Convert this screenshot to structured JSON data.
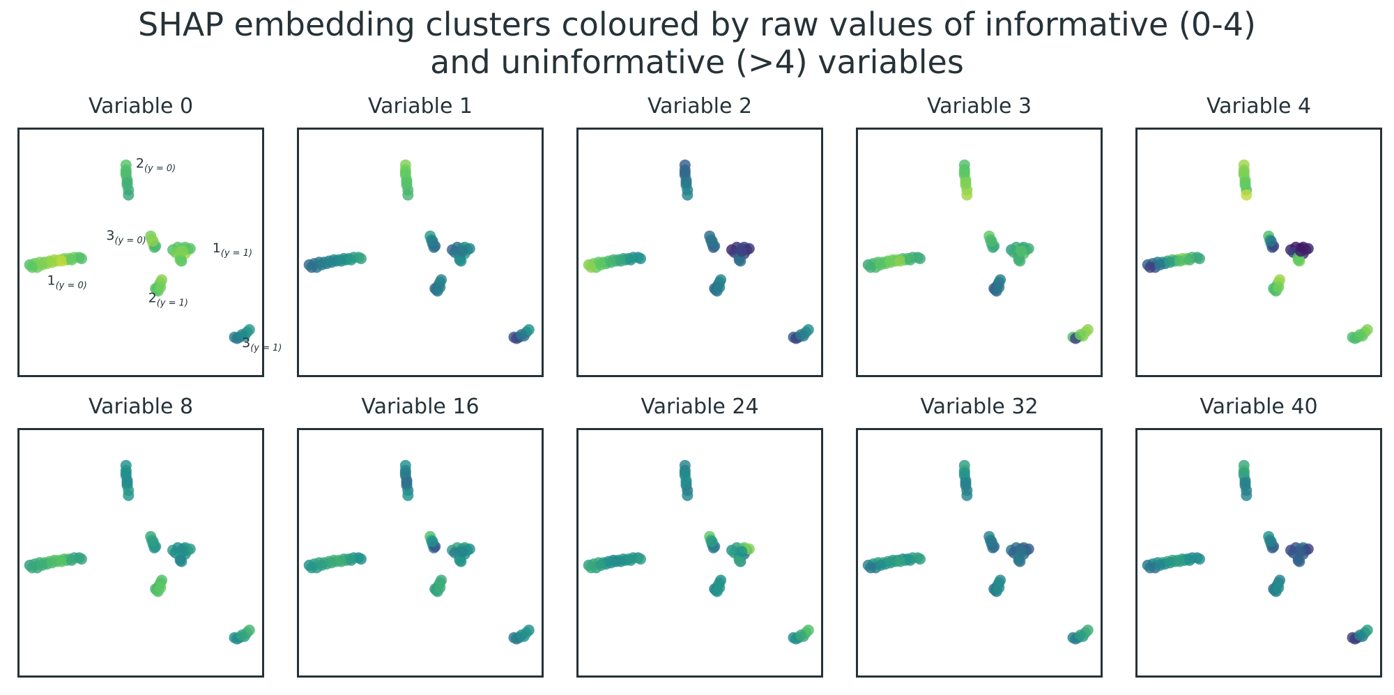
{
  "title_lines": [
    "SHAP embedding clusters coloured by raw values of informative (0-4)",
    "and uninformative (>4) variables"
  ],
  "chart_data": {
    "type": "scatter",
    "colormap": "viridis",
    "colors": {
      "viridis_stops": [
        "#440154",
        "#3b528b",
        "#21918c",
        "#5ec962",
        "#fde725"
      ],
      "frame": "#263238",
      "text": "#263238"
    },
    "grid": false,
    "axes_visible": false,
    "cluster_labels": [
      {
        "id": "1y0",
        "main": "1",
        "sub": "(y = 0)",
        "x": 0.12,
        "y": 0.37
      },
      {
        "id": "2y0",
        "main": "2",
        "sub": "(y = 0)",
        "x": 0.48,
        "y": 0.84
      },
      {
        "id": "3y0",
        "main": "3",
        "sub": "(y = 0)",
        "x": 0.36,
        "y": 0.55
      },
      {
        "id": "1y1",
        "main": "1",
        "sub": "(y = 1)",
        "x": 0.79,
        "y": 0.5
      },
      {
        "id": "2y1",
        "main": "2",
        "sub": "(y = 1)",
        "x": 0.53,
        "y": 0.3
      },
      {
        "id": "3y1",
        "main": "3",
        "sub": "(y = 1)",
        "x": 0.91,
        "y": 0.12
      }
    ],
    "clusters": [
      {
        "id": "1y0",
        "points": [
          [
            0.05,
            0.45
          ],
          [
            0.07,
            0.455
          ],
          [
            0.09,
            0.46
          ],
          [
            0.11,
            0.46
          ],
          [
            0.13,
            0.465
          ],
          [
            0.15,
            0.47
          ],
          [
            0.17,
            0.47
          ],
          [
            0.19,
            0.475
          ],
          [
            0.21,
            0.475
          ],
          [
            0.23,
            0.48
          ],
          [
            0.25,
            0.48
          ],
          [
            0.08,
            0.44
          ],
          [
            0.12,
            0.455
          ],
          [
            0.16,
            0.465
          ],
          [
            0.2,
            0.47
          ],
          [
            0.06,
            0.44
          ],
          [
            0.1,
            0.45
          ],
          [
            0.14,
            0.46
          ],
          [
            0.18,
            0.465
          ],
          [
            0.22,
            0.47
          ],
          [
            0.26,
            0.475
          ]
        ]
      },
      {
        "id": "2y0",
        "points": [
          [
            0.44,
            0.85
          ],
          [
            0.44,
            0.83
          ],
          [
            0.44,
            0.81
          ],
          [
            0.445,
            0.79
          ],
          [
            0.445,
            0.77
          ],
          [
            0.45,
            0.75
          ],
          [
            0.45,
            0.73
          ],
          [
            0.44,
            0.82
          ],
          [
            0.445,
            0.78
          ]
        ]
      },
      {
        "id": "3y0",
        "points": [
          [
            0.54,
            0.565
          ],
          [
            0.545,
            0.55
          ],
          [
            0.55,
            0.535
          ],
          [
            0.555,
            0.52
          ],
          [
            0.56,
            0.525
          ],
          [
            0.55,
            0.545
          ]
        ]
      },
      {
        "id": "1y1",
        "points": [
          [
            0.63,
            0.51
          ],
          [
            0.65,
            0.52
          ],
          [
            0.67,
            0.515
          ],
          [
            0.69,
            0.51
          ],
          [
            0.66,
            0.5
          ],
          [
            0.68,
            0.495
          ],
          [
            0.64,
            0.5
          ],
          [
            0.66,
            0.48
          ],
          [
            0.665,
            0.465
          ],
          [
            0.66,
            0.47
          ],
          [
            0.68,
            0.52
          ],
          [
            0.7,
            0.515
          ],
          [
            0.67,
            0.505
          ]
        ]
      },
      {
        "id": "2y1",
        "points": [
          [
            0.57,
            0.36
          ],
          [
            0.565,
            0.35
          ],
          [
            0.575,
            0.37
          ],
          [
            0.58,
            0.38
          ],
          [
            0.585,
            0.39
          ],
          [
            0.56,
            0.355
          ],
          [
            0.57,
            0.345
          ],
          [
            0.58,
            0.36
          ]
        ]
      },
      {
        "id": "3y1",
        "points": [
          [
            0.88,
            0.16
          ],
          [
            0.9,
            0.16
          ],
          [
            0.92,
            0.165
          ],
          [
            0.93,
            0.18
          ],
          [
            0.94,
            0.19
          ],
          [
            0.89,
            0.155
          ],
          [
            0.91,
            0.17
          ]
        ]
      }
    ],
    "panels": [
      {
        "title": "Variable 0",
        "labels": true,
        "values": {
          "1y0": [
            0.7,
            0.75,
            0.8,
            0.78,
            0.82,
            0.85,
            0.88,
            0.8,
            0.75,
            0.78,
            0.72,
            0.77,
            0.83,
            0.86,
            0.79,
            0.74,
            0.8,
            0.84,
            0.9,
            0.76,
            0.7
          ],
          "2y0": [
            0.72,
            0.7,
            0.68,
            0.66,
            0.65,
            0.63,
            0.6,
            0.69,
            0.64
          ],
          "3y0": [
            0.78,
            0.8,
            0.85,
            0.7,
            0.66,
            0.82
          ],
          "1y1": [
            0.7,
            0.72,
            0.75,
            0.8,
            0.9,
            0.85,
            0.78,
            0.82,
            0.7,
            0.76,
            0.74,
            0.72,
            0.8
          ],
          "2y1": [
            0.72,
            0.68,
            0.8,
            0.76,
            0.82,
            0.7,
            0.74,
            0.78
          ],
          "3y1": [
            0.42,
            0.45,
            0.48,
            0.5,
            0.52,
            0.4,
            0.46
          ]
        }
      },
      {
        "title": "Variable 1",
        "labels": false,
        "values": {
          "1y0": [
            0.35,
            0.38,
            0.4,
            0.42,
            0.45,
            0.47,
            0.5,
            0.48,
            0.52,
            0.55,
            0.58,
            0.4,
            0.44,
            0.46,
            0.5,
            0.36,
            0.42,
            0.45,
            0.48,
            0.53,
            0.57
          ],
          "2y0": [
            0.8,
            0.78,
            0.75,
            0.72,
            0.7,
            0.68,
            0.66,
            0.76,
            0.72
          ],
          "3y0": [
            0.55,
            0.5,
            0.45,
            0.4,
            0.35,
            0.42
          ],
          "1y1": [
            0.3,
            0.35,
            0.4,
            0.5,
            0.45,
            0.55,
            0.38,
            0.42,
            0.5,
            0.48,
            0.52,
            0.45,
            0.4
          ],
          "2y1": [
            0.4,
            0.38,
            0.42,
            0.45,
            0.44,
            0.36,
            0.4,
            0.43
          ],
          "3y1": [
            0.25,
            0.3,
            0.35,
            0.45,
            0.5,
            0.22,
            0.4
          ]
        }
      },
      {
        "title": "Variable 2",
        "labels": false,
        "values": {
          "1y0": [
            0.8,
            0.78,
            0.75,
            0.72,
            0.7,
            0.65,
            0.6,
            0.58,
            0.55,
            0.5,
            0.5,
            0.76,
            0.7,
            0.62,
            0.55,
            0.82,
            0.74,
            0.66,
            0.6,
            0.52,
            0.5
          ],
          "2y0": [
            0.3,
            0.32,
            0.35,
            0.4,
            0.42,
            0.45,
            0.45,
            0.33,
            0.4
          ],
          "3y0": [
            0.35,
            0.4,
            0.45,
            0.3,
            0.35,
            0.38
          ],
          "1y1": [
            0.1,
            0.15,
            0.2,
            0.25,
            0.3,
            0.2,
            0.18,
            0.3,
            0.4,
            0.35,
            0.22,
            0.15,
            0.2
          ],
          "2y1": [
            0.38,
            0.35,
            0.4,
            0.42,
            0.45,
            0.36,
            0.4,
            0.42
          ],
          "3y1": [
            0.3,
            0.35,
            0.4,
            0.45,
            0.48,
            0.2,
            0.42
          ]
        }
      },
      {
        "title": "Variable 3",
        "labels": false,
        "values": {
          "1y0": [
            0.6,
            0.65,
            0.7,
            0.72,
            0.75,
            0.78,
            0.8,
            0.7,
            0.66,
            0.62,
            0.6,
            0.68,
            0.74,
            0.76,
            0.7,
            0.64,
            0.72,
            0.78,
            0.82,
            0.66,
            0.62
          ],
          "2y0": [
            0.7,
            0.72,
            0.75,
            0.78,
            0.8,
            0.82,
            0.85,
            0.74,
            0.8
          ],
          "3y0": [
            0.75,
            0.7,
            0.65,
            0.62,
            0.6,
            0.68
          ],
          "1y1": [
            0.55,
            0.6,
            0.65,
            0.7,
            0.75,
            0.7,
            0.62,
            0.6,
            0.66,
            0.64,
            0.58,
            0.62,
            0.7
          ],
          "2y1": [
            0.35,
            0.32,
            0.38,
            0.4,
            0.42,
            0.3,
            0.36,
            0.4
          ],
          "3y1": [
            0.7,
            0.75,
            0.8,
            0.85,
            0.82,
            0.2,
            0.78
          ]
        }
      },
      {
        "title": "Variable 4",
        "labels": false,
        "values": {
          "1y0": [
            0.3,
            0.35,
            0.4,
            0.5,
            0.6,
            0.7,
            0.75,
            0.8,
            0.72,
            0.65,
            0.6,
            0.25,
            0.45,
            0.62,
            0.78,
            0.2,
            0.4,
            0.55,
            0.7,
            0.66,
            0.6
          ],
          "2y0": [
            0.85,
            0.82,
            0.8,
            0.78,
            0.75,
            0.72,
            0.9,
            0.8,
            0.76
          ],
          "3y0": [
            0.7,
            0.6,
            0.5,
            0.3,
            0.2,
            0.4
          ],
          "1y1": [
            0.1,
            0.05,
            0.08,
            0.12,
            0.1,
            0.15,
            0.2,
            0.7,
            0.8,
            0.75,
            0.05,
            0.1,
            0.08
          ],
          "2y1": [
            0.72,
            0.7,
            0.75,
            0.8,
            0.85,
            0.68,
            0.7,
            0.78
          ],
          "3y1": [
            0.7,
            0.72,
            0.75,
            0.78,
            0.8,
            0.68,
            0.74
          ]
        }
      },
      {
        "title": "Variable 8",
        "labels": false,
        "values": {
          "1y0": [
            0.55,
            0.6,
            0.62,
            0.65,
            0.7,
            0.72,
            0.75,
            0.7,
            0.68,
            0.6,
            0.55,
            0.58,
            0.64,
            0.7,
            0.66,
            0.6,
            0.62,
            0.68,
            0.72,
            0.6,
            0.58
          ],
          "2y0": [
            0.5,
            0.52,
            0.48,
            0.45,
            0.5,
            0.55,
            0.52,
            0.5,
            0.48
          ],
          "3y0": [
            0.6,
            0.58,
            0.55,
            0.5,
            0.52,
            0.56
          ],
          "1y1": [
            0.55,
            0.5,
            0.45,
            0.6,
            0.52,
            0.5,
            0.48,
            0.55,
            0.5,
            0.45,
            0.5,
            0.55,
            0.48
          ],
          "2y1": [
            0.7,
            0.68,
            0.72,
            0.75,
            0.7,
            0.66,
            0.72,
            0.74
          ],
          "3y1": [
            0.5,
            0.52,
            0.55,
            0.6,
            0.65,
            0.48,
            0.58
          ]
        }
      },
      {
        "title": "Variable 16",
        "labels": false,
        "values": {
          "1y0": [
            0.5,
            0.55,
            0.58,
            0.6,
            0.62,
            0.65,
            0.68,
            0.6,
            0.55,
            0.52,
            0.5,
            0.54,
            0.6,
            0.64,
            0.58,
            0.52,
            0.56,
            0.6,
            0.62,
            0.55,
            0.5
          ],
          "2y0": [
            0.5,
            0.45,
            0.4,
            0.3,
            0.35,
            0.45,
            0.5,
            0.42,
            0.38
          ],
          "3y0": [
            0.7,
            0.6,
            0.5,
            0.4,
            0.25,
            0.5
          ],
          "1y1": [
            0.55,
            0.6,
            0.5,
            0.45,
            0.55,
            0.5,
            0.42,
            0.5,
            0.48,
            0.52,
            0.55,
            0.5,
            0.45
          ],
          "2y1": [
            0.6,
            0.58,
            0.62,
            0.65,
            0.6,
            0.55,
            0.58,
            0.62
          ],
          "3y1": [
            0.4,
            0.45,
            0.5,
            0.55,
            0.5,
            0.42,
            0.48
          ]
        }
      },
      {
        "title": "Variable 24",
        "labels": false,
        "values": {
          "1y0": [
            0.55,
            0.58,
            0.6,
            0.55,
            0.5,
            0.45,
            0.5,
            0.55,
            0.6,
            0.52,
            0.48,
            0.56,
            0.5,
            0.46,
            0.5,
            0.6,
            0.55,
            0.5,
            0.48,
            0.52,
            0.55
          ],
          "2y0": [
            0.45,
            0.42,
            0.48,
            0.5,
            0.45,
            0.4,
            0.45,
            0.46,
            0.48
          ],
          "3y0": [
            0.75,
            0.6,
            0.5,
            0.45,
            0.4,
            0.55
          ],
          "1y1": [
            0.5,
            0.55,
            0.6,
            0.45,
            0.5,
            0.4,
            0.55,
            0.5,
            0.45,
            0.6,
            0.75,
            0.8,
            0.5
          ],
          "2y1": [
            0.5,
            0.48,
            0.52,
            0.55,
            0.5,
            0.45,
            0.5,
            0.52
          ],
          "3y1": [
            0.5,
            0.55,
            0.6,
            0.65,
            0.7,
            0.48,
            0.6
          ]
        }
      },
      {
        "title": "Variable 32",
        "labels": false,
        "values": {
          "1y0": [
            0.45,
            0.5,
            0.55,
            0.6,
            0.58,
            0.55,
            0.5,
            0.48,
            0.5,
            0.55,
            0.6,
            0.42,
            0.52,
            0.56,
            0.5,
            0.4,
            0.48,
            0.54,
            0.58,
            0.52,
            0.55
          ],
          "2y0": [
            0.55,
            0.6,
            0.5,
            0.45,
            0.4,
            0.42,
            0.45,
            0.52,
            0.44
          ],
          "3y0": [
            0.45,
            0.42,
            0.4,
            0.38,
            0.35,
            0.4
          ],
          "1y1": [
            0.4,
            0.35,
            0.3,
            0.38,
            0.4,
            0.35,
            0.3,
            0.42,
            0.38,
            0.4,
            0.35,
            0.3,
            0.38
          ],
          "2y1": [
            0.45,
            0.42,
            0.48,
            0.5,
            0.46,
            0.4,
            0.44,
            0.48
          ],
          "3y1": [
            0.45,
            0.5,
            0.55,
            0.6,
            0.62,
            0.42,
            0.55
          ]
        }
      },
      {
        "title": "Variable 40",
        "labels": false,
        "values": {
          "1y0": [
            0.4,
            0.45,
            0.5,
            0.55,
            0.6,
            0.62,
            0.58,
            0.55,
            0.5,
            0.45,
            0.5,
            0.35,
            0.48,
            0.55,
            0.52,
            0.4,
            0.46,
            0.52,
            0.56,
            0.5,
            0.48
          ],
          "2y0": [
            0.6,
            0.65,
            0.55,
            0.45,
            0.4,
            0.42,
            0.45,
            0.58,
            0.44
          ],
          "3y0": [
            0.5,
            0.45,
            0.4,
            0.35,
            0.3,
            0.45
          ],
          "1y1": [
            0.2,
            0.25,
            0.3,
            0.4,
            0.35,
            0.3,
            0.25,
            0.4,
            0.35,
            0.3,
            0.4,
            0.2,
            0.28
          ],
          "2y1": [
            0.45,
            0.42,
            0.48,
            0.5,
            0.44,
            0.4,
            0.45,
            0.48
          ],
          "3y1": [
            0.2,
            0.3,
            0.4,
            0.5,
            0.55,
            0.18,
            0.45
          ]
        }
      }
    ]
  }
}
